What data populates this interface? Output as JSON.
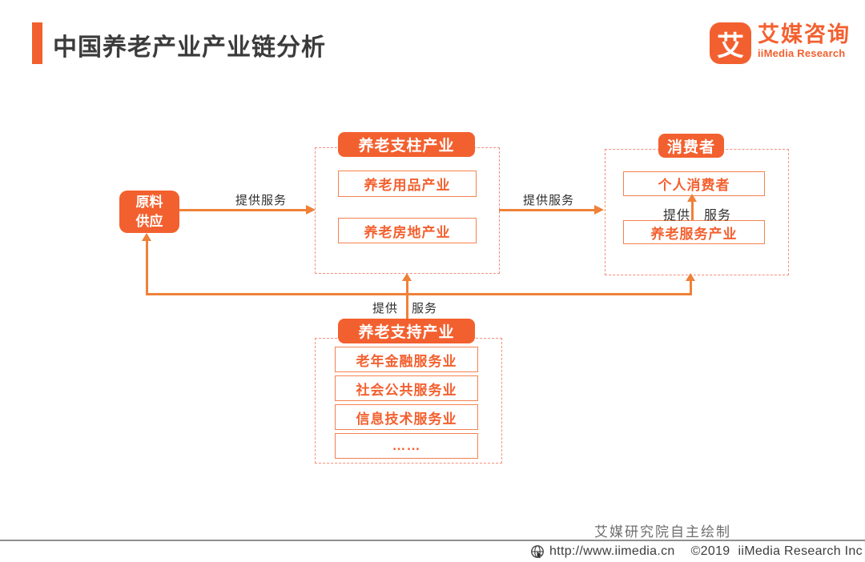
{
  "slide": {
    "title": "中国养老产业产业链分析"
  },
  "logo": {
    "glyph": "艾",
    "name_cn": "艾媒咨询",
    "name_en": "iiMedia Research"
  },
  "diagram": {
    "raw_supply_label": "原料\n供应",
    "pillar_group": {
      "header": "养老支柱产业",
      "items": [
        "养老用品产业",
        "养老房地产业"
      ]
    },
    "consumer_group": {
      "header": "消费者",
      "items": [
        "个人消费者",
        "养老服务产业"
      ],
      "arrow_label_left": "提供",
      "arrow_label_right": "服务"
    },
    "support_group": {
      "header": "养老支持产业",
      "items": [
        "老年金融服务业",
        "社会公共服务业",
        "信息技术服务业",
        "……"
      ]
    },
    "arrow_labels": {
      "raw_to_pillar": "提供服务",
      "pillar_to_consumer": "提供服务",
      "support_left": "提供",
      "support_right": "服务"
    }
  },
  "footer": {
    "credit": "艾媒研究院自主绘制",
    "url": "http://www.iimedia.cn",
    "copyright": "©2019",
    "company": "iiMedia Research Inc"
  },
  "colors": {
    "brand_orange": "#F3602F",
    "line_orange": "#EF8138",
    "dashed_border": "#F5907B",
    "solid_box_border": "#F4824F",
    "title_text": "#3B3B3B",
    "label_text": "#2F2F2F",
    "footer_text": "#3D3D3D"
  }
}
